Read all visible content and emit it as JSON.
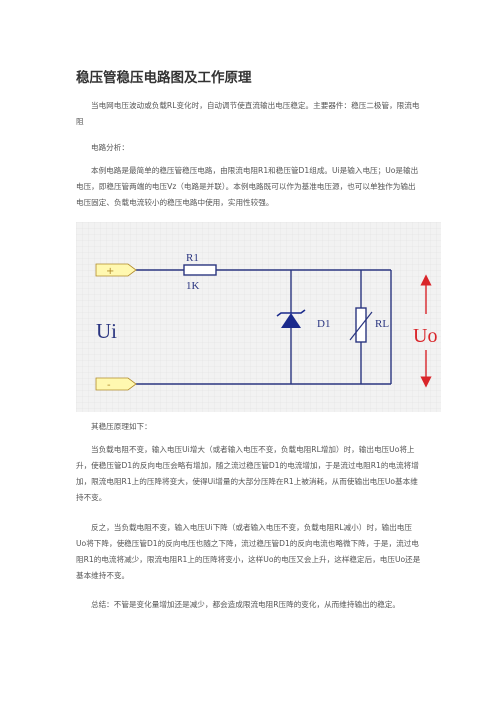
{
  "document": {
    "title": "稳压管稳压电路图及工作原理",
    "intro": "当电网电压波动或负载RL变化时，自动调节使直流输出电压稳定。主要器件：稳压二极管，限流电阻",
    "analysis_label": "电路分析：",
    "description": "本例电路是最简单的稳压管稳压电路，由限流电阻R1和稳压管D1组成。Ui是输入电压；Uo是输出电压，即稳压管两端的电压Vz（电路是并联）。本例电路既可以作为基准电压源，也可以单独作为输出电压固定、负载电流较小的稳压电路中使用，实用性较强。",
    "principle_label": "其稳压原理如下：",
    "case_load": "当负载电阻不变，输入电压Ui增大（或者输入电压不变，负载电阻RL增加）时，输出电压Uo将上升，使稳压管D1的反向电压会略有增加，随之流过稳压管D1的电流增加，于是流过电阻R1的电流将增加，限流电阻R1上的压降将变大，使得Ui增量的大部分压降在R1上被消耗，从而使输出电压Uo基本维持不变。",
    "case_reverse": "反之，当负载电阻不变，输入电压Ui下降（或者输入电压不变，负载电阻RL减小）时，输出电压Uo将下降，使稳压管D1的反向电压也随之下降，流过稳压管D1的反向电流也略微下降，于是，流过电阻R1的电流将减少，限流电阻R1上的压降将变小，这样Uo的电压又会上升，这样稳定后，电压Uo还是基本维持不变。",
    "summary": "总结：不管是变化量增加还是减少，都会造成限流电阻R压降的变化，从而维持输出的稳定。"
  },
  "circuit": {
    "plus_label": "+",
    "minus_label": "-",
    "input_label": "Ui",
    "output_label": "Uo",
    "resistor_label": "R1",
    "resistor_value": "1K",
    "diode_label": "D1",
    "load_label": "RL",
    "colors": {
      "background": "#f2f2f2",
      "grid": "#d9d9d9",
      "wire": "#2a3580",
      "terminal_fill": "#fff8b0",
      "terminal_stroke": "#b08a2a",
      "diode_fill": "#1a2a8c",
      "text_blue": "#2a3580",
      "red": "#d9252a"
    }
  }
}
